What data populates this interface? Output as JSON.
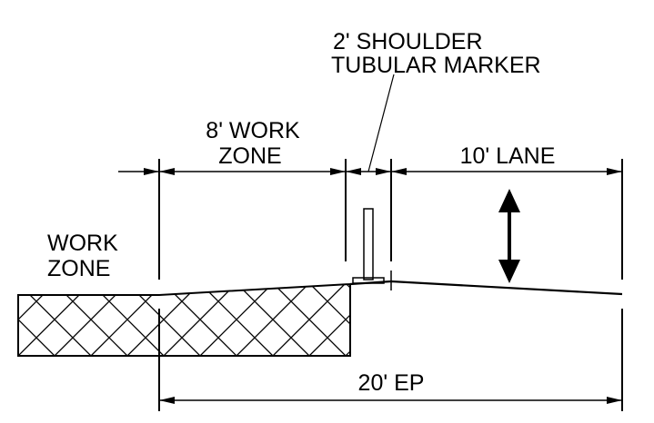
{
  "labels": {
    "shoulder_line1": "2' SHOULDER",
    "shoulder_line2": "TUBULAR MARKER",
    "work_zone_width_line1": "8' WORK",
    "work_zone_width_line2": "ZONE",
    "lane": "10' LANE",
    "work_zone_line1": "WORK",
    "work_zone_line2": "ZONE",
    "edge_of_pavement": "20' EP"
  },
  "icons": {
    "traffic_direction": "double-headed-vertical-arrow-icon",
    "marker": "tubular-marker-icon"
  },
  "colors": {
    "ink": "#000000",
    "background": "#ffffff"
  }
}
